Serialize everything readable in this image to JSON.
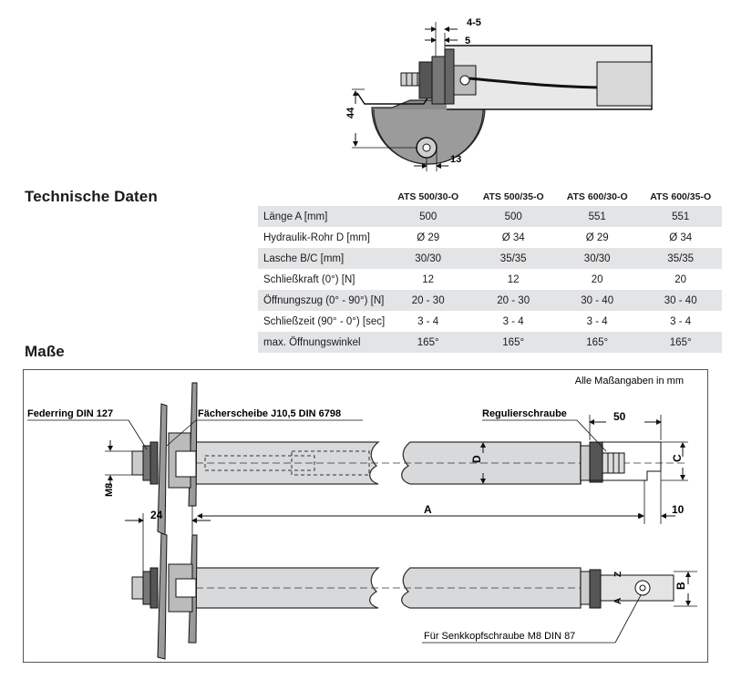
{
  "top_drawing": {
    "dim_4_5": "4-5",
    "dim_5": "5",
    "dim_44": "44",
    "dim_13": "13"
  },
  "specs": {
    "heading": "Technische Daten",
    "columns": [
      "ATS 500/30-O",
      "ATS 500/35-O",
      "ATS 600/30-O",
      "ATS 600/35-O"
    ],
    "rows": [
      {
        "label": "Länge A [mm]",
        "values": [
          "500",
          "500",
          "551",
          "551"
        ]
      },
      {
        "label": "Hydraulik-Rohr D [mm]",
        "values": [
          "Ø 29",
          "Ø 34",
          "Ø 29",
          "Ø 34"
        ]
      },
      {
        "label": "Lasche B/C [mm]",
        "values": [
          "30/30",
          "35/35",
          "30/30",
          "35/35"
        ]
      },
      {
        "label": "Schließkraft (0°) [N]",
        "values": [
          "12",
          "12",
          "20",
          "20"
        ]
      },
      {
        "label": "Öffnungszug (0° - 90°) [N]",
        "values": [
          "20 - 30",
          "20 - 30",
          "30 - 40",
          "30 - 40"
        ]
      },
      {
        "label": "Schließzeit (90° - 0°) [sec]",
        "values": [
          "3 - 4",
          "3 - 4",
          "3 - 4",
          "3 - 4"
        ]
      },
      {
        "label": "max. Öffnungswinkel",
        "values": [
          "165°",
          "165°",
          "165°",
          "165°"
        ]
      }
    ]
  },
  "dimensions": {
    "heading": "Maße",
    "note": "Alle Maßangaben in mm",
    "federring": "Federring DIN 127",
    "faecherscheibe": "Fächerscheibe J10,5 DIN 6798",
    "regulierschraube": "Regulierschraube",
    "senkkopf": "Für Senkkopfschraube M8 DIN 87",
    "dim_50": "50",
    "dim_c": "C",
    "dim_d": "D",
    "dim_m8": "M8",
    "dim_24": "24",
    "dim_a": "A",
    "dim_10": "10",
    "dim_b": "B",
    "dim_a_small": "A",
    "dim_z": "Z"
  },
  "colors": {
    "tube": "#d8d9db",
    "tube_stroke": "#333333",
    "shade": "#e3e4e6",
    "bracket": "#9a9a9a"
  }
}
